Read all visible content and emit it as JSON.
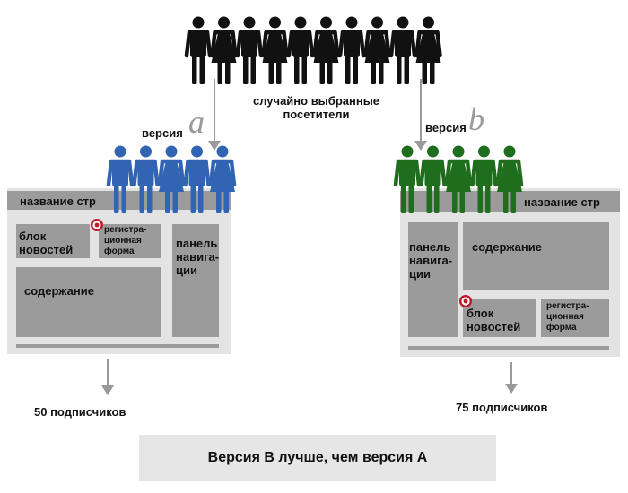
{
  "top_caption": [
    "случайно выбранные",
    "посетители"
  ],
  "version_label": "версия",
  "letters": {
    "a": "a",
    "b": "b"
  },
  "colors": {
    "top_people": "#111111",
    "group_a": "#3264b4",
    "group_b": "#1e6e1e",
    "block": "#9b9b9b",
    "frame": "#e3e3e3",
    "arrow": "#9a9a9a",
    "target": "#c0182a"
  },
  "top_people": [
    "m",
    "f",
    "m",
    "f",
    "m",
    "f",
    "m",
    "f",
    "m",
    "f"
  ],
  "group_a_people": [
    "m",
    "m",
    "f",
    "m",
    "f"
  ],
  "group_b_people": [
    "m",
    "m",
    "f",
    "m",
    "f"
  ],
  "layout_a": {
    "title": "название стр",
    "news": "блок\nновостей",
    "reg": "регистра-\nционная\nформа",
    "nav": "панель\nнавига-\nции",
    "content": "содержание"
  },
  "layout_b": {
    "title": "название стр",
    "nav": "панель\nнавига-\nции",
    "content": "содержание",
    "news": "блок\nновостей",
    "reg": "регистра-\nционная\nформа"
  },
  "result_a": "50 подписчиков",
  "result_b": "75 подписчиков",
  "conclusion": "Версия В лучше, чем версия А",
  "icons": [
    "person-icon",
    "target-icon",
    "arrow-down-icon"
  ]
}
